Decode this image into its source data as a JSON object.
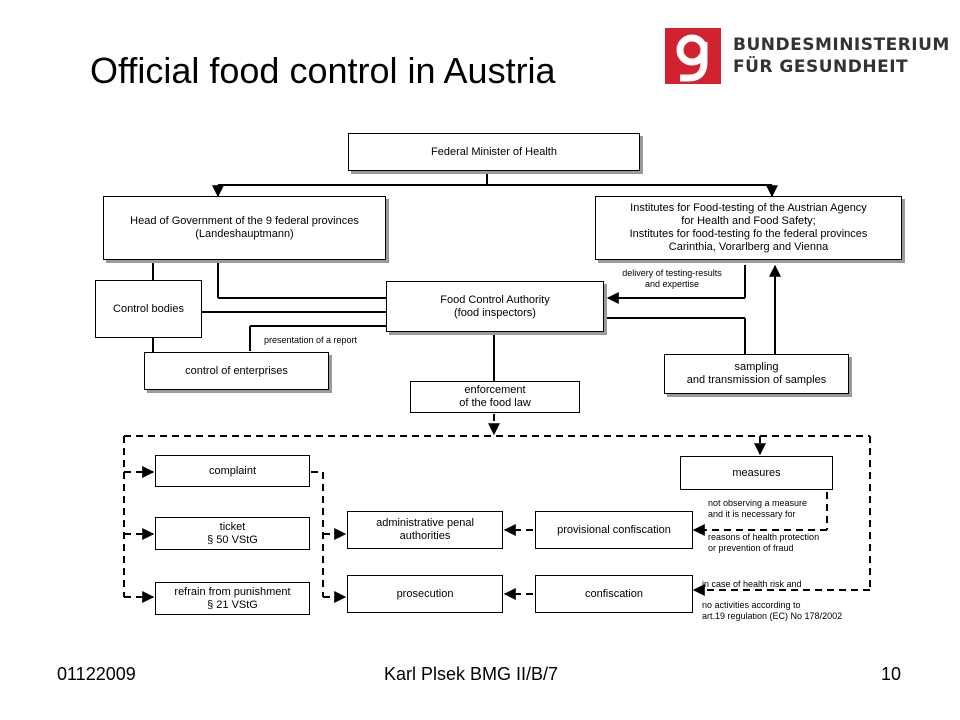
{
  "slide": {
    "title": "Official food control in Austria",
    "logo_line1": "BUNDESMINISTERIUM",
    "logo_line2": "FÜR GESUNDHEIT",
    "footer_left": "01122009",
    "footer_center": "Karl Plsek BMG II/B/7",
    "footer_right": "10",
    "brand_color": "#d2212f"
  },
  "diagram": {
    "minister": "Federal Minister of Health",
    "head_gov": "Head of Government of the 9 federal provinces\n(Landeshauptmann)",
    "institutes": "Institutes for Food-testing of the Austrian Agency\nfor Health and Food Safety;\nInstitutes for food-testing fo the federal provinces\nCarinthia, Vorarlberg and Vienna",
    "control_bodies": "Control bodies",
    "food_authority": "Food Control Authority\n(food inspectors)",
    "control_enterprises": "control of enterprises",
    "sampling": "sampling\nand transmission of samples",
    "enforcement": "enforcement\nof the food law",
    "complaint": "complaint",
    "ticket": "ticket\n§ 50 VStG",
    "refrain": "refrain from punishment\n§ 21 VStG",
    "admin_penal": "administrative penal\nauthorities",
    "prosecution": "prosecution",
    "provisional": "provisional confiscation",
    "confiscation": "confiscation",
    "measures": "measures",
    "label_delivery": "delivery of testing-results\nand expertise",
    "label_report": "presentation of a report",
    "label_not_observing": "not observing a measure\nand it is necessary for",
    "label_reasons": "reasons of health protection\nor prevention of fraud",
    "label_health_risk": "in case of health risk and",
    "label_no_activities": "no activities according to\nart.19 regulation (EC) No 178/2002"
  }
}
